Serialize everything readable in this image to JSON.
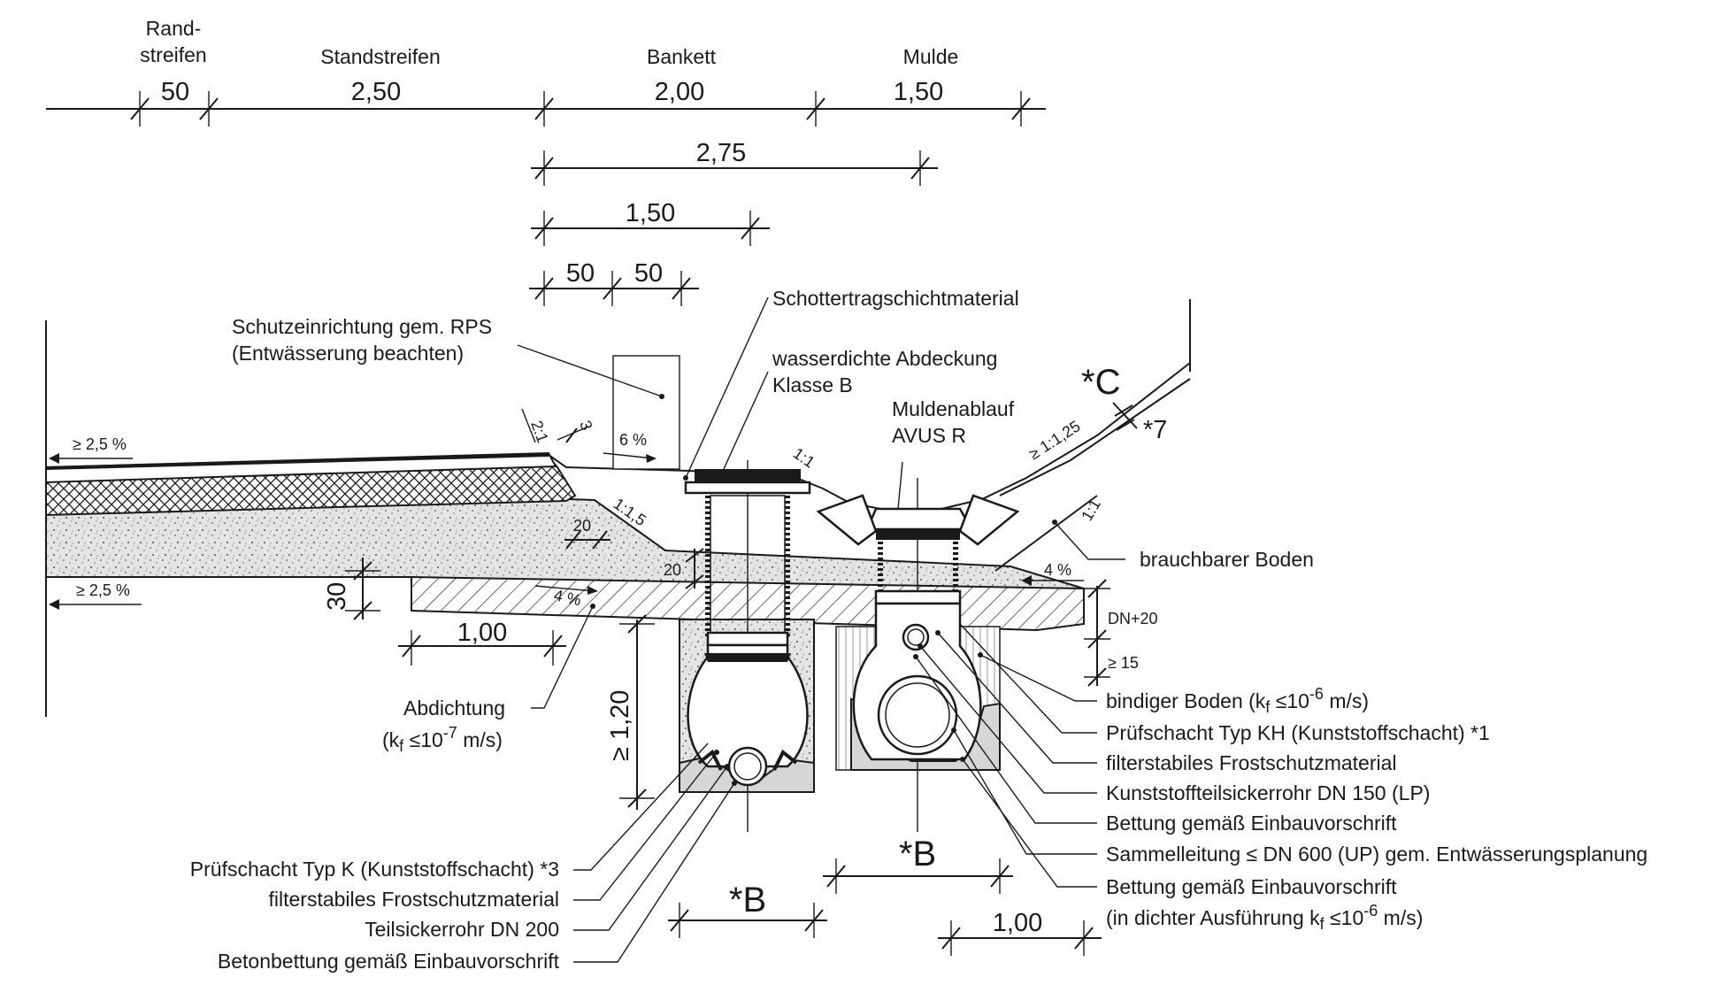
{
  "header": {
    "randstreifen_1": "Rand-",
    "randstreifen_2": "streifen",
    "standstreifen": "Standstreifen",
    "bankett": "Bankett",
    "mulde": "Mulde"
  },
  "dims": {
    "d50_rand": "50",
    "d250": "2,50",
    "d200": "2,00",
    "d150_mulde": "1,50",
    "d275": "2,75",
    "d150": "1,50",
    "d50a": "50",
    "d50b": "50",
    "d20a": "20",
    "d20b": "20",
    "d30": "30",
    "d100_left": "1,00",
    "d120": "≥ 1,20",
    "dB_left": "*B",
    "dB_right": "*B",
    "d100_right": "1,00",
    "dC": "*C",
    "d7": "*7",
    "dDN20": "DN+20",
    "d15": "≥ 15",
    "d3": "3"
  },
  "slopes": {
    "s25_top": "≥ 2,5 %",
    "s25_bottom": "≥ 2,5 %",
    "s21": "2:1",
    "s6": "6 %",
    "s4_left": "4 %",
    "s4_right": "4 %",
    "s115": "1:1,5",
    "s11_left": "1:1",
    "s1125": "≥ 1:1,25",
    "s11_right": "1:1"
  },
  "labels": {
    "schutz_1": "Schutzeinrichtung gem. RPS",
    "schutz_2": "(Entwässerung beachten)",
    "schotter": "Schottertragschichtmaterial",
    "abdeckung_1": "wasserdichte Abdeckung",
    "abdeckung_2": "Klasse B",
    "muldenablauf_1": "Muldenablauf",
    "muldenablauf_2": "AVUS R",
    "boden": "brauchbarer Boden",
    "abdichtung_1": "Abdichtung",
    "abdichtung_2": "(k",
    "abdichtung_sub": "f",
    "abdichtung_3": " ≤10",
    "abdichtung_sup": "-7",
    "abdichtung_4": " m/s)"
  },
  "right_notes": {
    "bindig_1": "bindiger Boden (k",
    "bindig_sub": "f",
    "bindig_2": " ≤10",
    "bindig_sup": "-6",
    "bindig_3": " m/s)",
    "pruef_kh": "Prüfschacht Typ KH (Kunststoffschacht)  *1",
    "filter_r": "filterstabiles Frostschutzmaterial",
    "kunststoff": "Kunststoffteilsickerrohr DN 150 (LP)",
    "bettung_1": "Bettung gemäß Einbauvorschrift",
    "sammel": "Sammelleitung ≤ DN 600 (UP) gem. Entwässerungsplanung",
    "bettung_2": "Bettung gemäß Einbauvorschrift",
    "dicht_1": "(in dichter Ausführung k",
    "dicht_sub": "f",
    "dicht_2": " ≤10",
    "dicht_sup": "-6",
    "dicht_3": " m/s)"
  },
  "left_notes": {
    "pruef_k": "Prüfschacht Typ K (Kunststoffschacht)  *3",
    "filter_l": "filterstabiles Frostschutzmaterial",
    "teilsicker": "Teilsickerrohr DN 200",
    "beton": "Betonbettung gemäß Einbauvorschrift"
  }
}
